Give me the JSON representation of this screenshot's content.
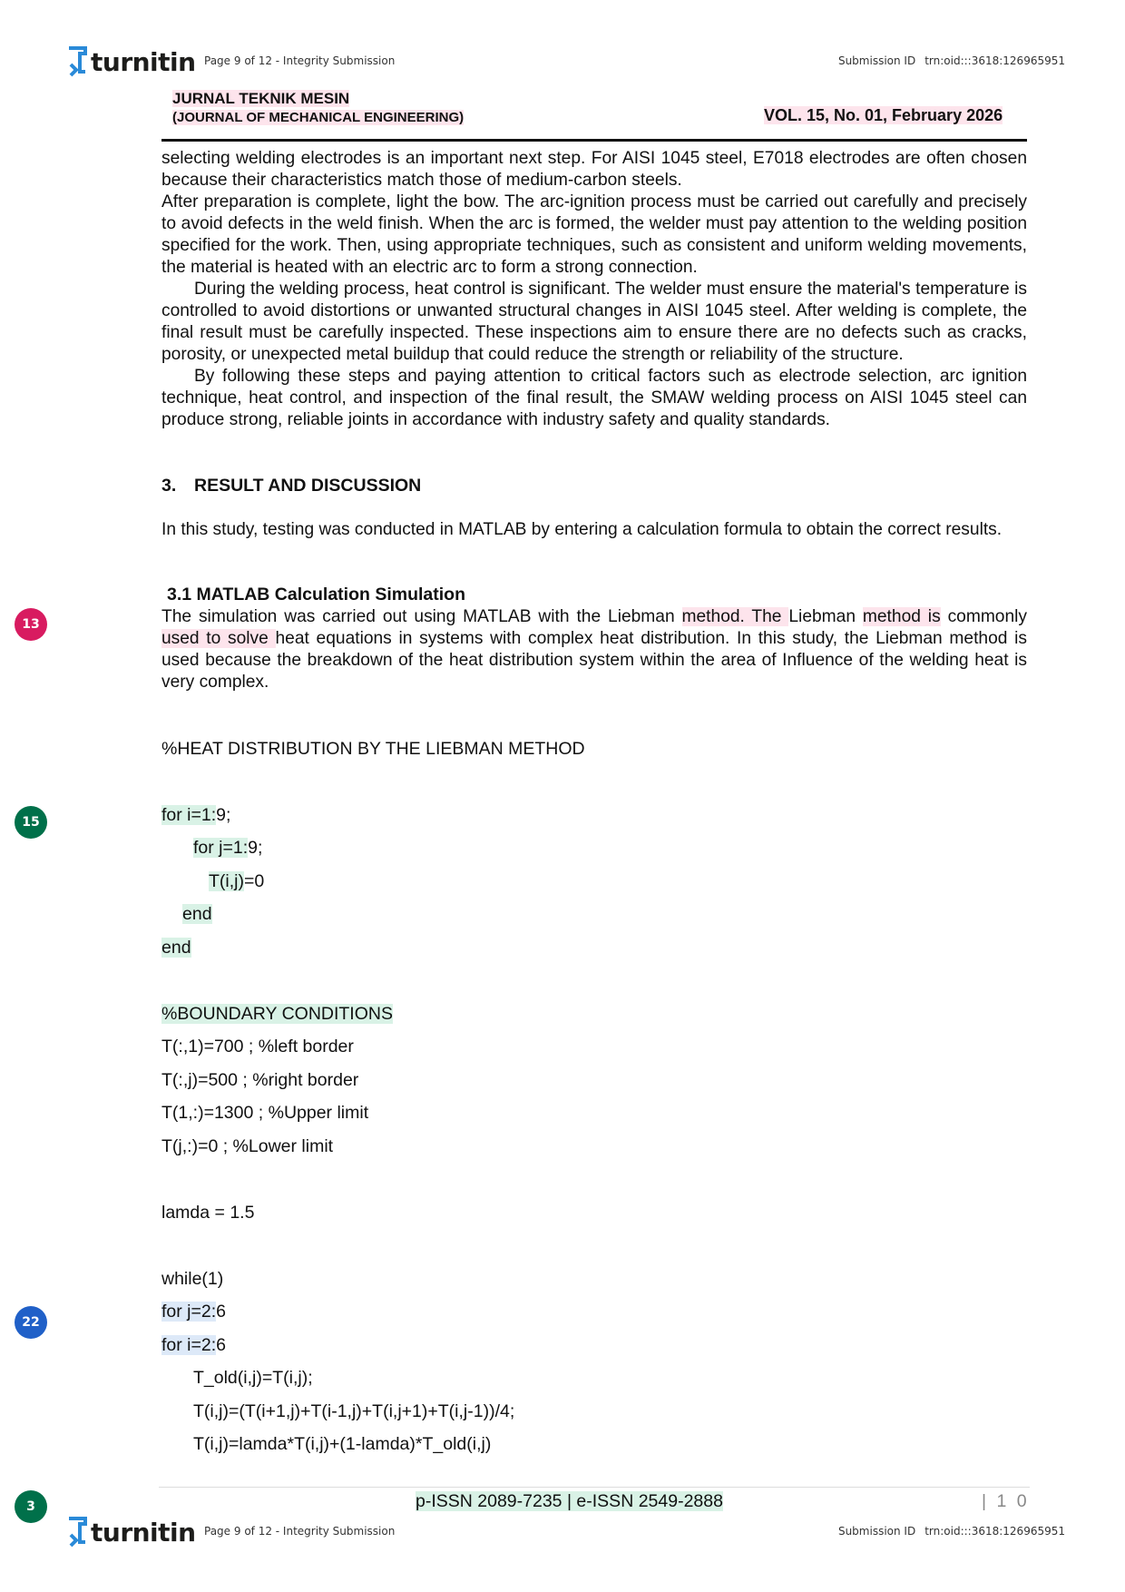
{
  "turnitin": {
    "logo_text": "turnitin",
    "page_info": "Page 9 of 12 - Integrity Submission",
    "submission_label": "Submission ID",
    "submission_id": "trn:oid:::3618:126965951"
  },
  "journal": {
    "name": "JURNAL TEKNIK MESIN",
    "name_en": "(JOURNAL OF MECHANICAL ENGINEERING)",
    "volume": "VOL. 15, No. 01, February 2026"
  },
  "body": {
    "p1": "selecting welding electrodes is an important next step. For AISI 1045 steel, E7018 electrodes are often chosen because their characteristics match those of medium-carbon steels.",
    "p2": "After preparation is complete, light the bow. The arc-ignition process must be carried out carefully and precisely to avoid defects in the weld finish. When the arc is formed, the welder must pay attention to the welding position specified for the work. Then, using appropriate techniques, such as consistent and uniform welding movements, the material is heated with an electric arc to form a strong connection.",
    "p3": "During the welding process, heat control is significant. The welder must ensure the material's temperature is controlled to avoid distortions or unwanted structural changes in AISI 1045 steel. After welding is complete, the final result must be carefully inspected. These inspections aim to ensure there are no defects such as cracks, porosity, or unexpected metal buildup that could reduce the strength or reliability of the structure.",
    "p4": "By following these steps and paying attention to critical factors such as electrode selection, arc ignition technique, heat control, and inspection of the final result, the SMAW welding process on AISI 1045 steel can produce strong, reliable joints in accordance with industry safety and quality standards."
  },
  "section3": {
    "num": "3.",
    "title": "RESULT AND DISCUSSION",
    "intro": "In this study, testing was conducted in MATLAB by entering a calculation formula to obtain the correct results."
  },
  "sub31": {
    "title": "3.1 MATLAB Calculation Simulation",
    "t1": "The simulation was carried out using MATLAB with the Liebman ",
    "h1": "method. The ",
    "t2": "Liebman ",
    "h2": "method is",
    "t3": " commonly ",
    "h3": "used to solve ",
    "t4": "heat equations in systems with complex heat distribution. In this study, the Liebman method is used because the breakdown of the heat distribution system within the area of Influence of the welding heat is very complex."
  },
  "code": {
    "comment1": "%HEAT DISTRIBUTION BY THE LIEBMAN METHOD",
    "for_i_h": "for i=1:",
    "for_i_t": "9;",
    "for_j_h": "for j=1:",
    "for_j_t": "9;",
    "tij_h": "T(i,j)",
    "tij_t": "=0",
    "end_inner": "end",
    "end_outer": "end",
    "comment2": "%BOUNDARY CONDITIONS",
    "b1": "T(:,1)=700 ; %left border",
    "b2": "T(:,j)=500 ; %right border",
    "b3": "T(1,:)=1300 ; %Upper limit",
    "b4": "T(j,:)=0 ; %Lower limit",
    "lamda": "lamda = 1.5",
    "while": "while(1)",
    "for_j2_h": "for j=2:",
    "for_j2_t": "6",
    "for_i2_h": "for i=2:",
    "for_i2_t": "6",
    "l1": "T_old(i,j)=T(i,j);",
    "l2": "T(i,j)=(T(i+1,j)+T(i-1,j)+T(i,j+1)+T(i,j-1))/4;",
    "l3": "T(i,j)=lamda*T(i,j)+(1-lamda)*T_old(i,j)"
  },
  "badges": {
    "b13": "13",
    "b15": "15",
    "b22": "22",
    "b3": "3"
  },
  "footer": {
    "issn": "p-ISSN 2089-7235 | e-ISSN 2549-2888",
    "page": "| 1 0"
  },
  "colors": {
    "match_pink": "#d81b60",
    "match_green": "#00704a",
    "match_blue": "#2060c8"
  }
}
